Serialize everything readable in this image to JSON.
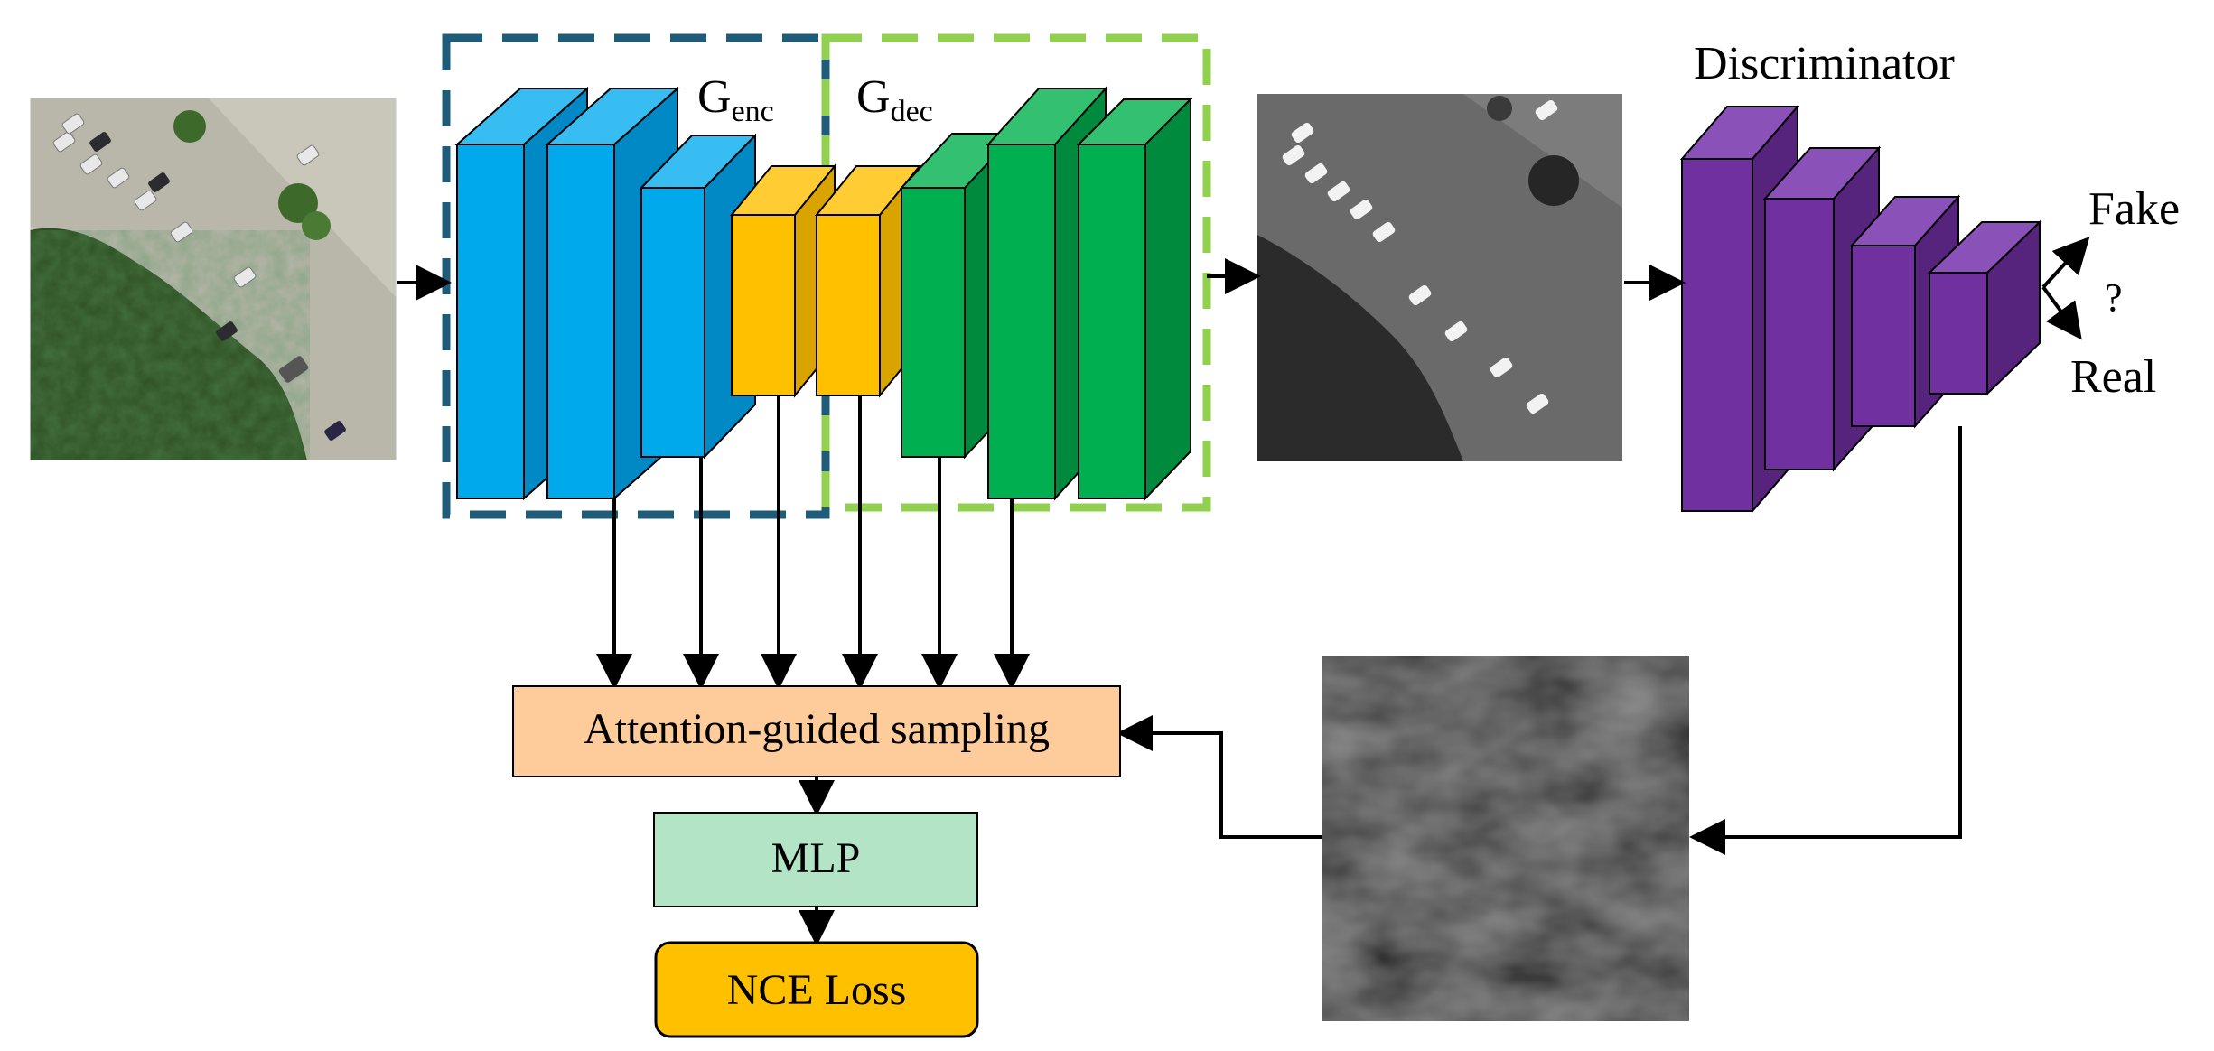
{
  "labels": {
    "g_enc_base": "G",
    "g_enc_sub": "enc",
    "g_dec_base": "G",
    "g_dec_sub": "dec",
    "discriminator": "Discriminator",
    "fake": "Fake",
    "question": "?",
    "real": "Real",
    "attention": "Attention-guided sampling",
    "mlp": "MLP",
    "nce": "NCE Loss"
  },
  "colors": {
    "encoder_blue": "#00a8ec",
    "bottleneck_yellow": "#ffc000",
    "decoder_green": "#00b050",
    "discriminator_purple": "#7030a0",
    "enc_box_dash": "#1f5c7a",
    "dec_box_dash": "#92d050",
    "attention_fill": "#fdcc9a",
    "mlp_fill": "#b3e4c6",
    "nce_fill": "#ffc000"
  }
}
